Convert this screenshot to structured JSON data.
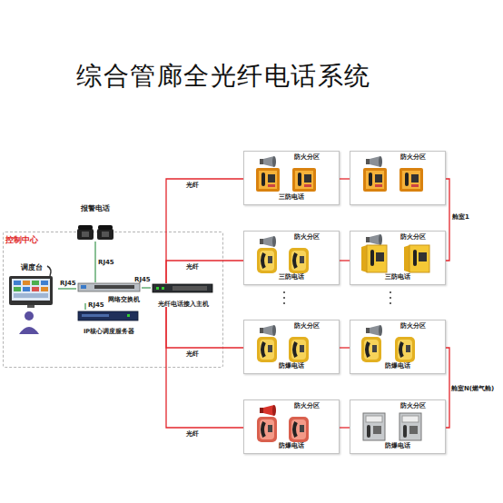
{
  "diagram": {
    "title": "综合管廊全光纤电话系统",
    "nodes": [
      {
        "text": [
          "控制中心"
        ]
      },
      {
        "text": [
          "报警电话"
        ],
        "in": 0
      },
      {
        "text": [
          "调度台"
        ],
        "in": 0
      },
      {
        "text": [
          "网络交换机"
        ],
        "in": 0
      },
      {
        "text": [
          "IP核心调度服务器"
        ],
        "in": 0
      },
      {
        "text": [
          "光纤电话接入主机"
        ],
        "in": 0
      },
      {
        "text": [
          "防火分区",
          "三防电话"
        ]
      },
      {
        "text": [
          "防火分区"
        ]
      },
      {
        "text": [
          "防火分区",
          "三防电话"
        ]
      },
      {
        "text": [
          "防火分区",
          "三防电话"
        ]
      },
      {
        "text": [
          "防火分区",
          "防爆电话"
        ]
      },
      {
        "text": [
          "防火分区",
          "防爆电话"
        ]
      },
      {
        "text": [
          "防火分区",
          "防爆电话"
        ]
      },
      {
        "text": [
          "防火分区",
          "防爆电话"
        ]
      }
    ],
    "edges": [
      {
        "from": 1,
        "to": 3,
        "label": "RJ45",
        "arrow": "none"
      },
      {
        "from": 2,
        "to": 3,
        "label": "RJ45",
        "arrow": "none"
      },
      {
        "from": 3,
        "to": 4,
        "label": "RJ45",
        "arrow": "none"
      },
      {
        "from": 3,
        "to": 5,
        "label": "RJ45",
        "arrow": "none"
      },
      {
        "from": 5,
        "to": 6,
        "label": "光纤",
        "arrow": "none"
      },
      {
        "from": 6,
        "to": 7,
        "arrow": "none"
      },
      {
        "from": 7,
        "to": 9,
        "label": "舱室1",
        "arrow": "none"
      },
      {
        "from": 5,
        "to": 8,
        "label": "光纤",
        "arrow": "none"
      },
      {
        "from": 8,
        "to": 9,
        "arrow": "none"
      },
      {
        "from": 5,
        "to": 10,
        "label": "光纤",
        "arrow": "none"
      },
      {
        "from": 10,
        "to": 11,
        "arrow": "none"
      },
      {
        "from": 11,
        "to": 13,
        "label": "舱室N(燃气舱)",
        "arrow": "none"
      },
      {
        "from": 5,
        "to": 12,
        "label": "光纤",
        "arrow": "none"
      },
      {
        "from": 12,
        "to": 13,
        "arrow": "none"
      }
    ]
  }
}
